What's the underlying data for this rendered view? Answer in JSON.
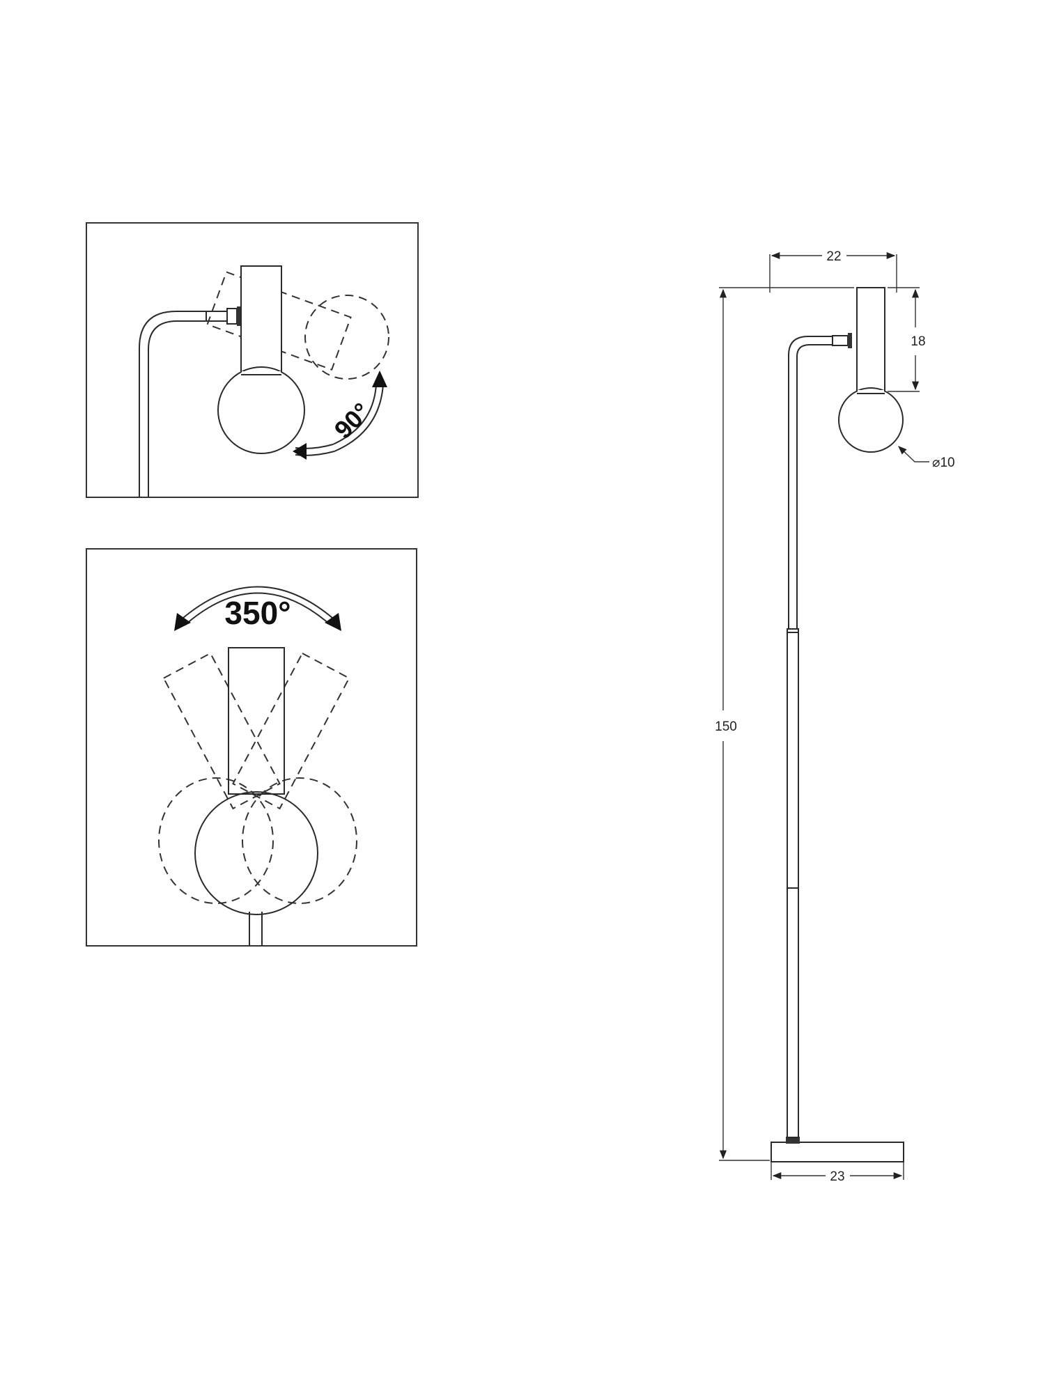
{
  "rotation_tilt": {
    "angle_label": "90°"
  },
  "rotation_swivel": {
    "angle_label": "350°"
  },
  "dimensions": {
    "top_width": "22",
    "head_height": "18",
    "shade_diameter": "⌀10",
    "total_height": "150",
    "base_width": "23"
  },
  "colors": {
    "line": "#2a2a2a",
    "background": "#ffffff"
  }
}
